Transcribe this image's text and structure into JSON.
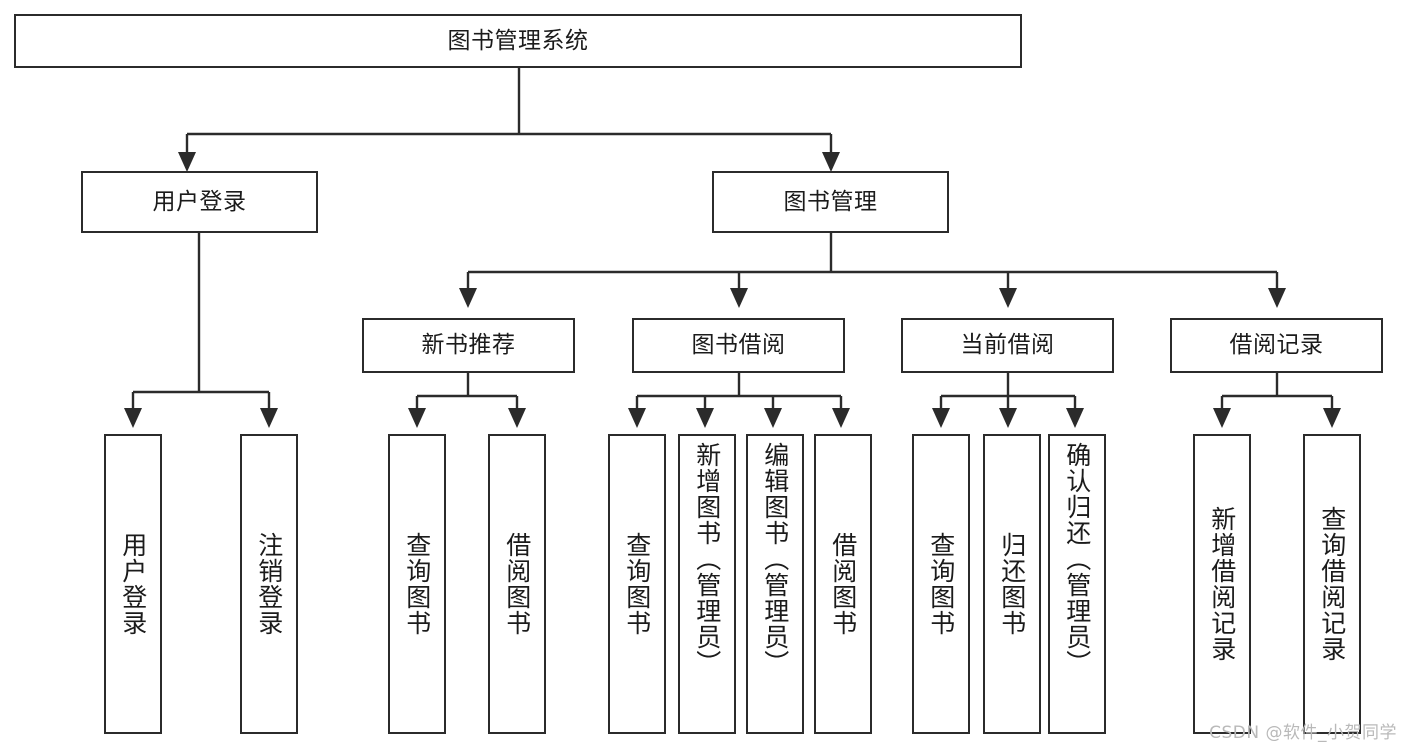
{
  "diagram": {
    "type": "tree-hierarchy-chart",
    "title": "图书管理系统",
    "watermark": "CSDN @软件_小贺同学",
    "colors": {
      "stroke": "#2b2b2b",
      "fill": "#ffffff",
      "text": "#1b1b1b",
      "watermark": "#b9b9b9"
    },
    "levels": {
      "root": {
        "label": "图书管理系统"
      },
      "level2": [
        {
          "label": "用户登录"
        },
        {
          "label": "图书管理"
        }
      ],
      "level3": [
        {
          "label": "新书推荐"
        },
        {
          "label": "图书借阅"
        },
        {
          "label": "当前借阅"
        },
        {
          "label": "借阅记录"
        }
      ],
      "leaves": [
        {
          "label": "用户登录",
          "parent": "用户登录"
        },
        {
          "label": "注销登录",
          "parent": "用户登录"
        },
        {
          "label": "查询图书",
          "parent": "新书推荐"
        },
        {
          "label": "借阅图书",
          "parent": "新书推荐"
        },
        {
          "label": "查询图书",
          "parent": "图书借阅"
        },
        {
          "label": "新增图书（管理员）",
          "parent": "图书借阅"
        },
        {
          "label": "编辑图书（管理员）",
          "parent": "图书借阅"
        },
        {
          "label": "借阅图书",
          "parent": "图书借阅"
        },
        {
          "label": "查询图书",
          "parent": "当前借阅"
        },
        {
          "label": "归还图书",
          "parent": "当前借阅"
        },
        {
          "label": "确认归还（管理员）",
          "parent": "当前借阅"
        },
        {
          "label": "新增借阅记录",
          "parent": "借阅记录"
        },
        {
          "label": "查询借阅记录",
          "parent": "借阅记录"
        }
      ]
    }
  }
}
